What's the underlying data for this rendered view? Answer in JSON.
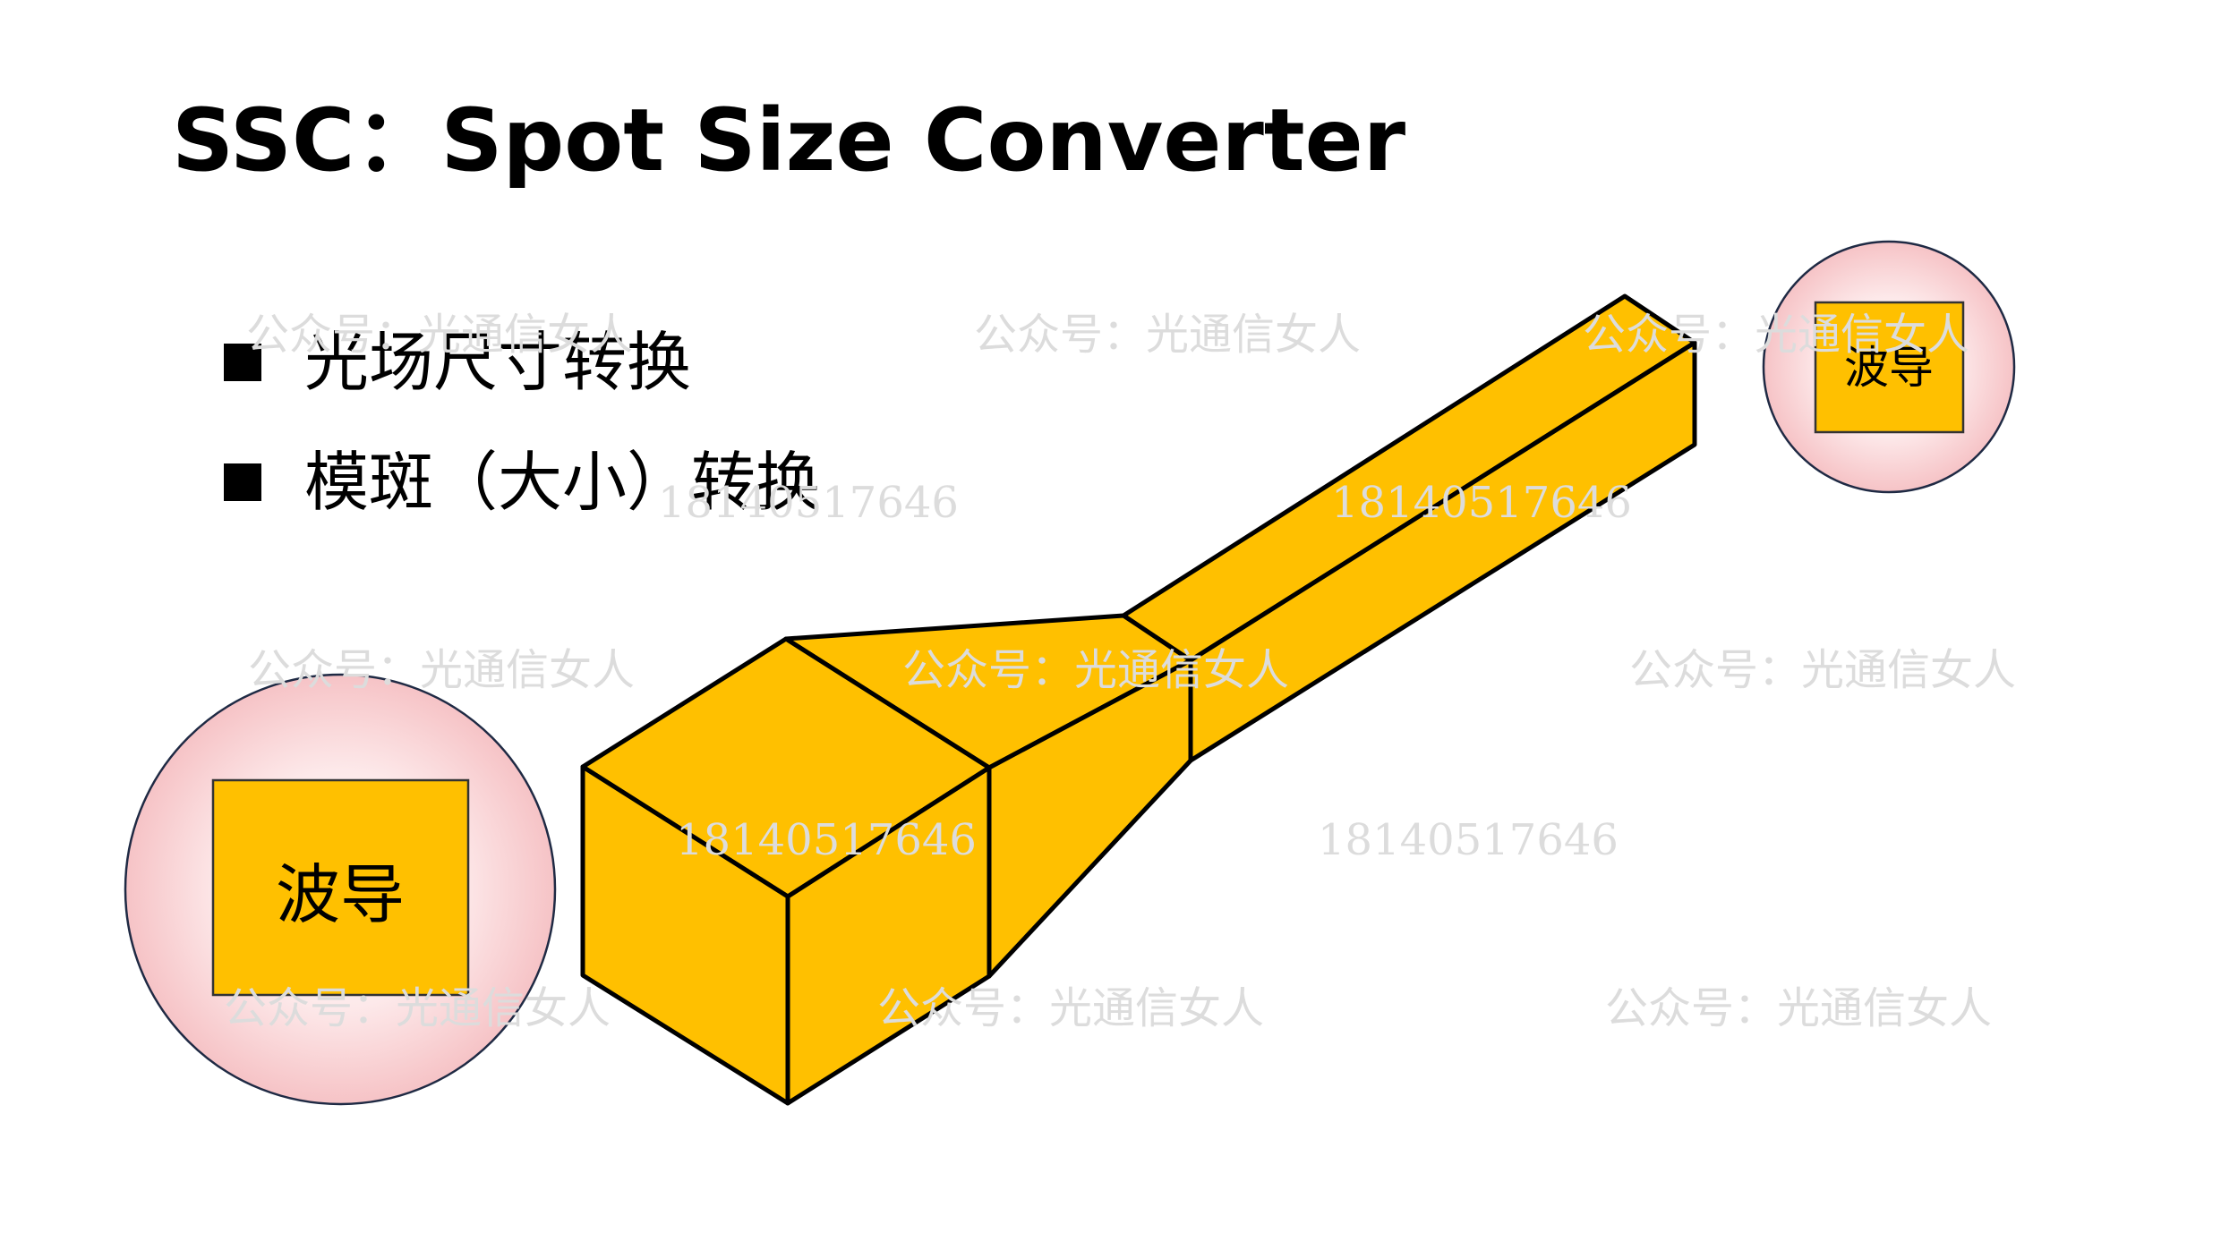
{
  "title": "SSC：Spot Size Converter",
  "bullets": [
    "光场尺寸转换",
    "模斑（大小）转换"
  ],
  "waveguide_large": {
    "label": "波导"
  },
  "waveguide_small": {
    "label": "波导"
  },
  "colors": {
    "waveguide": "#FFC000",
    "circle_fill": "#FADADD",
    "outline": "#000000"
  },
  "watermarks": [
    "公众号：光通信女人",
    "公众号：光通信女人",
    "公众号：光通信女人",
    "公众号：光通信女人",
    "公众号：光通信女人",
    "公众号：光通信女人",
    "公众号：光通信女人",
    "公众号：光通信女人",
    "公众号：光通信女人",
    "18140517646",
    "18140517646",
    "18140517646",
    "18140517646"
  ]
}
